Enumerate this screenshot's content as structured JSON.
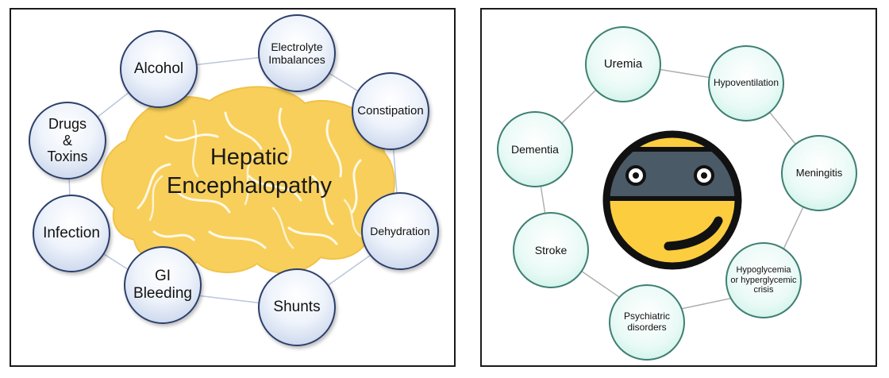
{
  "left_panel": {
    "title": "Hepatic\nEncephalopathy",
    "nodes": [
      {
        "label": "Alcohol"
      },
      {
        "label": "Electrolyte\nImbalances"
      },
      {
        "label": "Constipation"
      },
      {
        "label": "Dehydration"
      },
      {
        "label": "Shunts"
      },
      {
        "label": "GI\nBleeding"
      },
      {
        "label": "Infection"
      },
      {
        "label": "Drugs\n&\nToxins"
      }
    ],
    "colors": {
      "node_border": "#2c3f6b",
      "brain_fill": "#f7cf5a",
      "link": "#b9c6dd"
    }
  },
  "right_panel": {
    "nodes": [
      {
        "label": "Uremia"
      },
      {
        "label": "Hypoventilation"
      },
      {
        "label": "Meningitis"
      },
      {
        "label": "Hypoglycemia\nor hyperglycemic\ncrisis"
      },
      {
        "label": "Psychiatric\ndisorders"
      },
      {
        "label": "Stroke"
      },
      {
        "label": "Dementia"
      }
    ],
    "center_icon": "masked-face-icon",
    "colors": {
      "node_border": "#3f7f73",
      "node_fill": "#d9f5ee",
      "face_fill": "#fbcd3f",
      "mask_fill": "#4a5a66",
      "link": "#b0b0b0"
    }
  }
}
